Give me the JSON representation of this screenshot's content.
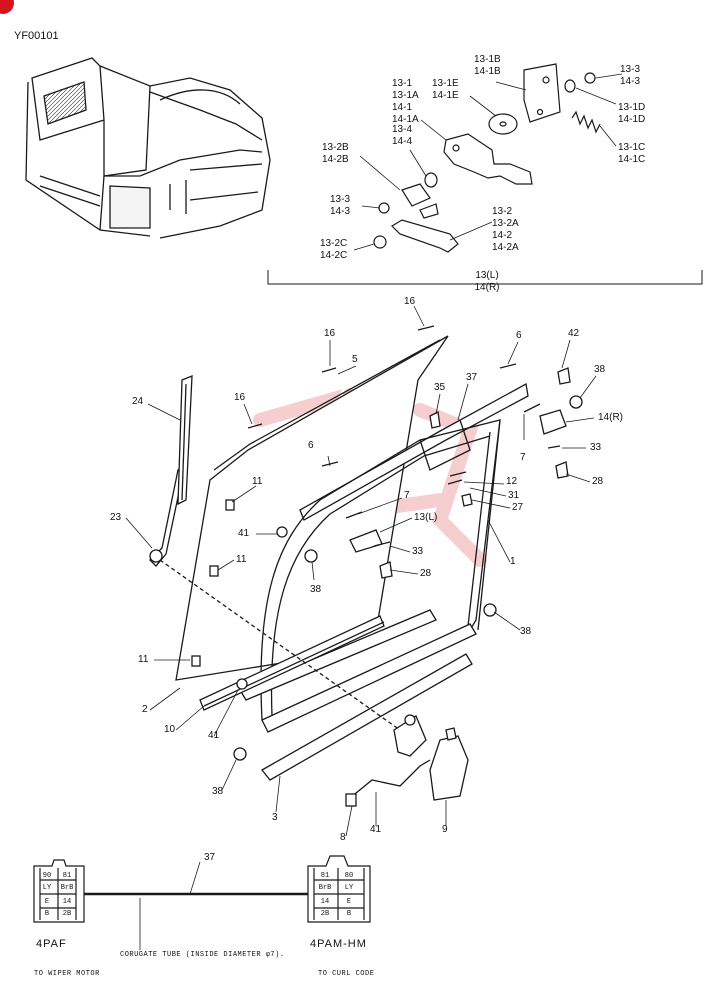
{
  "figure_code": "YF00101",
  "top_group": {
    "left_col": [
      {
        "id": "tl1",
        "lines": [
          "13-1",
          "13-1A",
          "14-1",
          "14-1A"
        ]
      },
      {
        "id": "tl2",
        "lines": [
          "13-1E",
          "14-1E"
        ]
      },
      {
        "id": "tl3",
        "lines": [
          "13-1B",
          "14-1B"
        ]
      },
      {
        "id": "tl4",
        "lines": [
          "13-3",
          "14-3"
        ]
      },
      {
        "id": "tl5",
        "lines": [
          "13-1D",
          "14-1D"
        ]
      },
      {
        "id": "tl6",
        "lines": [
          "13-1C",
          "14-1C"
        ]
      },
      {
        "id": "tl7",
        "lines": [
          "13-4",
          "14-4"
        ]
      },
      {
        "id": "tl8",
        "lines": [
          "13-2B",
          "14-2B"
        ]
      },
      {
        "id": "tl9",
        "lines": [
          "13-3",
          "14-3"
        ]
      },
      {
        "id": "tl10",
        "lines": [
          "13-2",
          "13-2A",
          "14-2",
          "14-2A"
        ]
      },
      {
        "id": "tl11",
        "lines": [
          "13-2C",
          "14-2C"
        ]
      }
    ],
    "bracket_caption": [
      "13(L)",
      "14(R)"
    ]
  },
  "callouts": {
    "c16a": "16",
    "c16b": "16",
    "c16c": "16",
    "c5": "5",
    "c6a": "6",
    "c6b": "6",
    "c42": "42",
    "c38a": "38",
    "c37": "37",
    "c35": "35",
    "c24": "24",
    "c14r": "14(R)",
    "c33a": "33",
    "c7a": "7",
    "c7b": "7",
    "c12": "12",
    "c31": "31",
    "c28a": "28",
    "c27": "27",
    "c11a": "11",
    "c23": "23",
    "c41a": "41",
    "c13l": "13(L)",
    "c33b": "33",
    "c28b": "28",
    "c38b": "38",
    "c1": "1",
    "c11b": "11",
    "c38c": "38",
    "c11c": "11",
    "c2": "2",
    "c10": "10",
    "c41b": "41",
    "c38d": "38",
    "c3": "3",
    "c8": "8",
    "c41c": "41",
    "c9": "9"
  },
  "harness": {
    "part_no": "37",
    "tube_caption": "CORUGATE TUBE (INSIDE DIAMETER φ7).",
    "left_connector": {
      "name": "4PAF",
      "destination": "TO WIPER MOTOR",
      "cells": [
        [
          "90",
          "81"
        ],
        [
          "LY",
          "BrB"
        ],
        [
          "E",
          "14"
        ],
        [
          "B",
          "2B"
        ]
      ]
    },
    "right_connector": {
      "name": "4PAM-HM",
      "destination": "TO CURL CODE",
      "cells": [
        [
          "81",
          "80"
        ],
        [
          "BrB",
          "LY"
        ],
        [
          "14",
          "E"
        ],
        [
          "2B",
          "B"
        ]
      ]
    }
  },
  "colors": {
    "line": "#1a1a1a",
    "watermark": "#e8747a",
    "dot": "#d8121e"
  }
}
